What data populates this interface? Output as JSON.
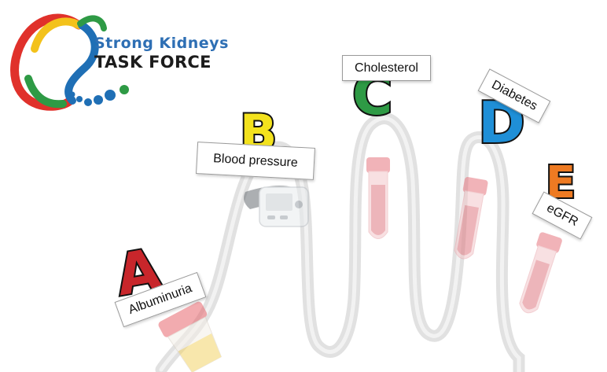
{
  "logo": {
    "line1": "Strong Kidneys",
    "line2": "TASK FORCE"
  },
  "letters": {
    "a": "A",
    "b": "B",
    "c": "C",
    "d": "D",
    "e": "E"
  },
  "labels": {
    "albuminuria": "Albuminuria",
    "blood_pressure": "Blood pressure",
    "cholesterol": "Cholesterol",
    "diabetes": "Diabetes",
    "egfr": "eGFR"
  },
  "colors": {
    "a": "#c8262b",
    "b": "#f3e21d",
    "c": "#2e9a45",
    "d": "#1f8fd7",
    "e": "#ee7a22",
    "logo_blue": "#2e6fb4"
  },
  "icons": [
    "kidney-logo-icon",
    "urine-cup-icon",
    "blood-pressure-monitor-icon",
    "blood-tube-icon"
  ]
}
